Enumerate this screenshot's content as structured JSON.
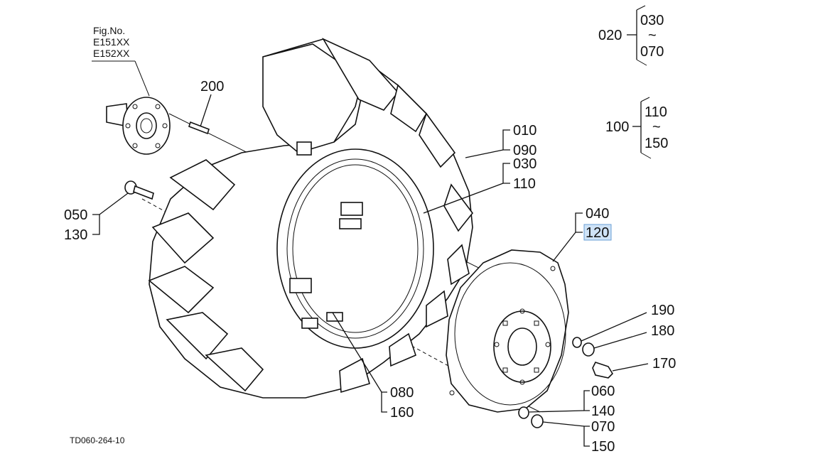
{
  "figure": {
    "fig_no_label": "Fig.No.",
    "fig_codes": [
      "E151XX",
      "E152XX"
    ],
    "drawing_id": "TD060-264-10"
  },
  "callouts": {
    "p200": "200",
    "p010": "010",
    "p090": "090",
    "p030": "030",
    "p110": "110",
    "p050": "050",
    "p130": "130",
    "p040": "040",
    "p120": "120",
    "p190": "190",
    "p180": "180",
    "p170": "170",
    "p080": "080",
    "p160": "160",
    "p060": "060",
    "p140": "140",
    "p070": "070",
    "p150": "150"
  },
  "groups": {
    "g020": {
      "parent": "020",
      "from": "030",
      "tilde": "~",
      "to": "070"
    },
    "g100": {
      "parent": "100",
      "from": "110",
      "tilde": "~",
      "to": "150"
    }
  },
  "selected_part": "120"
}
